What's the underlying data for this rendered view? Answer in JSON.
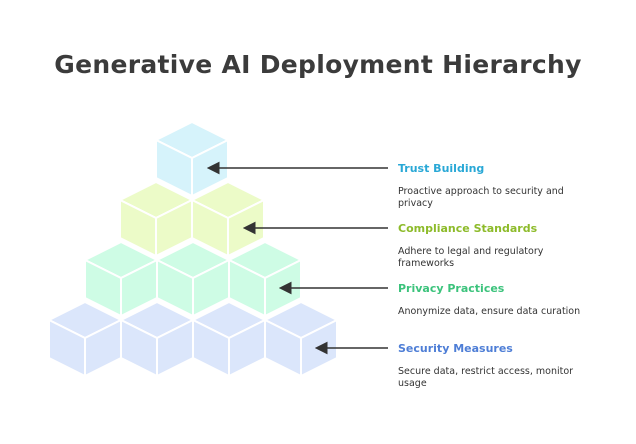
{
  "title": "Generative AI Deployment Hierarchy",
  "levels": [
    {
      "title": "Trust Building",
      "description": "Proactive approach to security and privacy",
      "color": "#29a8d6",
      "fill": "#d6f3fb"
    },
    {
      "title": "Compliance Standards",
      "description": "Adhere to legal and regulatory frameworks",
      "color": "#8dbb2a",
      "fill": "#ecfbc8"
    },
    {
      "title": "Privacy Practices",
      "description": "Anonymize data, ensure data curation",
      "color": "#3cc37c",
      "fill": "#cefce5"
    },
    {
      "title": "Security Measures",
      "description": "Secure data, restrict access, monitor usage",
      "color": "#4e7ed6",
      "fill": "#dbe6fb"
    }
  ]
}
